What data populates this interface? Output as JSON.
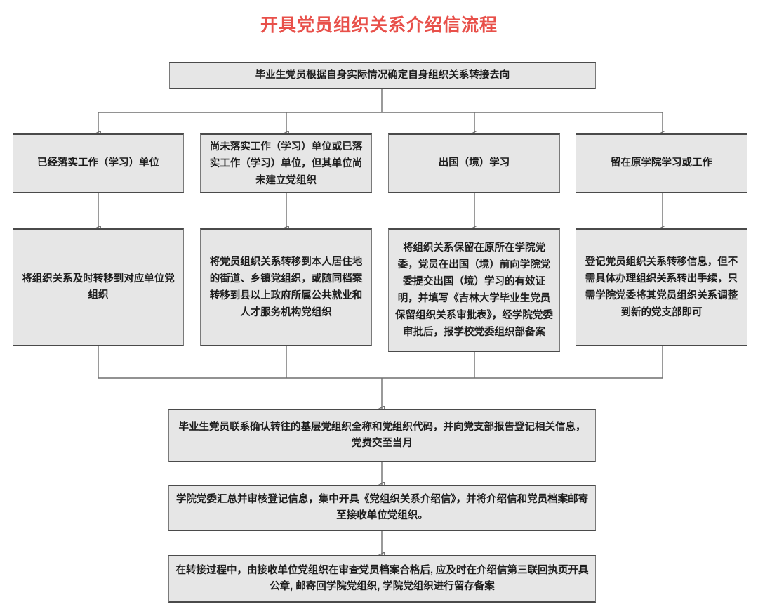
{
  "title": "开具党员组织关系介绍信流程",
  "theme": {
    "title_color": "#e8504a",
    "node_fill": "#e6e6e6",
    "node_border": "#4a4a4a",
    "connector_color": "#6e6e6e",
    "text_color": "#1c1c1c",
    "background": "#ffffff"
  },
  "nodes": {
    "start": "毕业生党员根据自身实际情况确定自身组织关系转接去向",
    "branch1": "已经落实工作（学习）单位",
    "branch2": "尚未落实工作（学习）单位或已落实工作（学习）单位，但其单位尚未建立党组织",
    "branch3": "出国（境）学习",
    "branch4": "留在原学院学习或工作",
    "action1": "将组织关系及时转移到对应单位党组织",
    "action2": "将党员组织关系转移到本人居住地的街道、乡镇党组织，或随同档案转移到县以上政府所属公共就业和人才服务机构党组织",
    "action3": "将组织关系保留在原所在学院党委，党员在出国（境）前向学院党委提交出国（境）学习的有效证明，并填写《吉林大学毕业生党员保留组织关系审批表》，经学院党委审批后，报学校党委组织部备案",
    "action4": "登记党员组织关系转移信息，但不需具体办理组织关系转出手续，只需学院党委将其党员组织关系调整到新的党支部即可",
    "step_confirm": "毕业生党员联系确认转往的基层党组织全称和党组织代码，并向党支部报告登记相关信息，党费交至当月",
    "step_issue": "学院党委汇总并审核登记信息，集中开具《党组织关系介绍信》，并将介绍信和党员档案邮寄至接收单位党组织。",
    "step_receipt": "在转接过程中，由接收单位党组织在审查党员档案合格后, 应及时在介绍信第三联回执页开具公章, 邮寄回学院党组织, 学院党组织进行留存备案"
  }
}
